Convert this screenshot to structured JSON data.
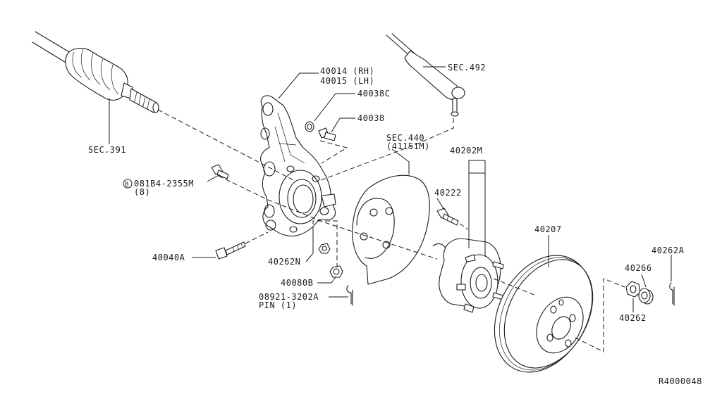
{
  "labels": {
    "sec_391": "SEC.391",
    "sec_492": "SEC.492",
    "knuckle_rh": "40014 (RH)",
    "knuckle_lh": "40015 (LH)",
    "part_40038c": "40038C",
    "part_40038": "40038",
    "sec_440": "SEC.440",
    "sec_440_sub": "(41151M)",
    "part_40202m": "40202M",
    "part_40222": "40222",
    "bolt_code": "081B4-2355M",
    "bolt_qty": "(8)",
    "bolt_prefix": "B",
    "part_40040a": "40040A",
    "part_40262n": "40262N",
    "part_40080b": "40080B",
    "pin_code": "08921-3202A",
    "pin_qty": "PIN (1)",
    "part_40207": "40207",
    "part_40262a": "40262A",
    "part_40266": "40266",
    "part_40262": "40262",
    "diagram_id": "R4000048"
  }
}
